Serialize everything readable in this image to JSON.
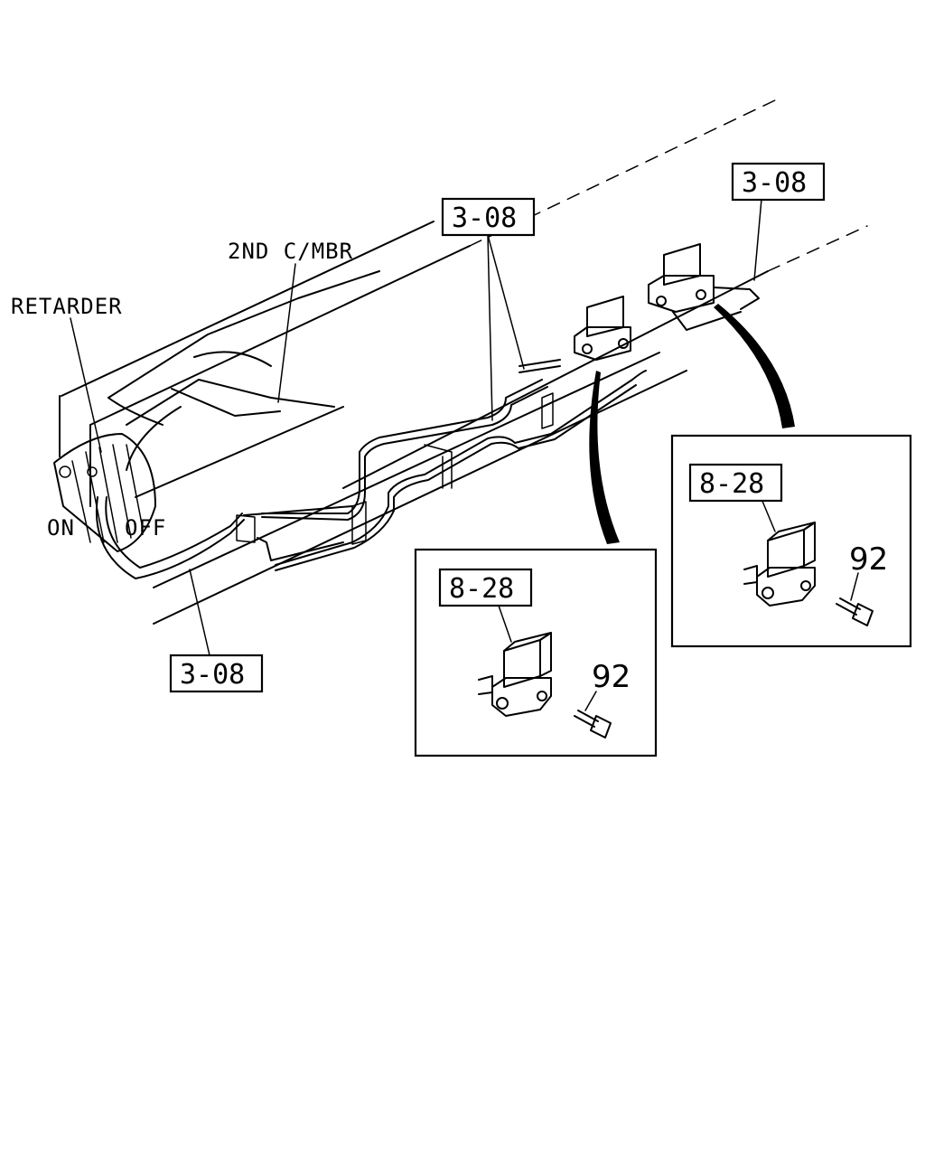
{
  "labels": {
    "retarder": "RETARDER",
    "member": "2ND C/MBR",
    "on": "ON",
    "off": "OFF"
  },
  "references": {
    "pipe_left": "3-08",
    "pipe_center": "3-08",
    "pipe_right": "3-08",
    "valve_detail_left": "8-28",
    "valve_detail_right": "8-28"
  },
  "callouts": {
    "bolt_left": "92",
    "bolt_right": "92"
  }
}
